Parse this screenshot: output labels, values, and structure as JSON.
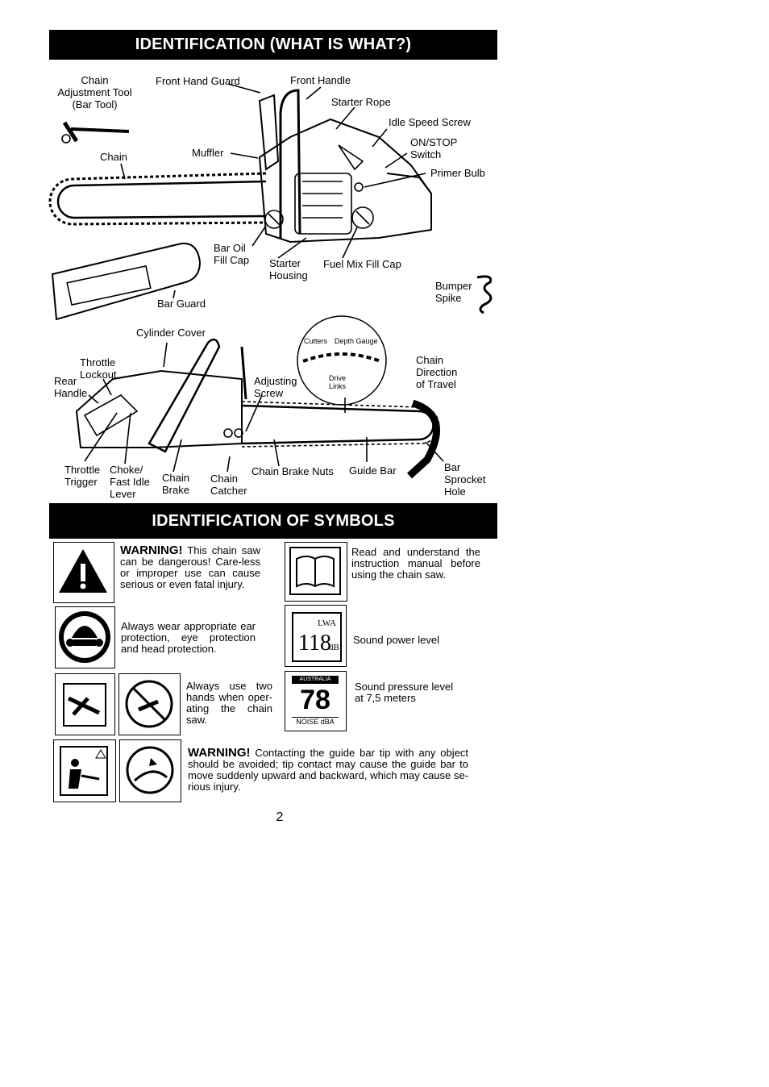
{
  "headings": {
    "identification": "IDENTIFICATION  (WHAT IS WHAT?)",
    "symbols": "IDENTIFICATION OF SYMBOLS"
  },
  "parts": {
    "chain_adjustment_tool": "Chain\nAdjustment Tool\n(Bar Tool)",
    "front_hand_guard": "Front Hand Guard",
    "front_handle": "Front Handle",
    "starter_rope": "Starter Rope",
    "idle_speed_screw": "Idle Speed Screw",
    "on_stop_switch": "ON/STOP\nSwitch",
    "primer_bulb": "Primer Bulb",
    "chain": "Chain",
    "muffler": "Muffler",
    "bar_oil_fill_cap": "Bar Oil\nFill Cap",
    "starter_housing": "Starter\nHousing",
    "fuel_mix_fill_cap": "Fuel Mix Fill Cap",
    "bumper_spike": "Bumper\nSpike",
    "bar_guard": "Bar Guard",
    "cylinder_cover": "Cylinder Cover",
    "throttle_lockout": "Throttle\nLockout",
    "rear_handle": "Rear\nHandle",
    "adjusting_screw": "Adjusting\nScrew",
    "cutters": "Cutters",
    "depth_gauge": "Depth Gauge",
    "drive_links": "Drive\nLinks",
    "chain_direction": "Chain\nDirection\nof Travel",
    "throttle_trigger": "Throttle\nTrigger",
    "choke_lever": "Choke/\nFast Idle\nLever",
    "chain_brake": "Chain\nBrake",
    "chain_catcher": "Chain\nCatcher",
    "chain_brake_nuts": "Chain Brake Nuts",
    "guide_bar": "Guide Bar",
    "bar_sprocket_hole": "Bar\nSprocket\nHole"
  },
  "symbols": {
    "warning1_title": "WARNING!",
    "warning1_text": "This chain saw can be dangerous! Care-less or improper use can cause serious or even fatal injury.",
    "protection_text": "Always wear appropriate ear protection, eye protection and head protection.",
    "two_hands_text": "Always use two hands when oper-ating the chain saw.",
    "warning2_title": "WARNING!",
    "warning2_text": "Contacting the guide bar tip with any object should be avoided; tip contact may cause the guide bar to move suddenly upward and backward, which may cause se-rious injury.",
    "manual_text": "Read and understand the instruction manual before using the chain saw.",
    "sound_power_text": "Sound power level",
    "sound_pressure_text": "Sound pressure level\nat 7,5 meters",
    "lwa_label": "LWA",
    "lwa_value": "118",
    "lwa_unit": "dB",
    "australia_label": "AUSTRALIA",
    "noise_value": "78",
    "noise_label": "NOISE dBA"
  },
  "page_number": "2"
}
